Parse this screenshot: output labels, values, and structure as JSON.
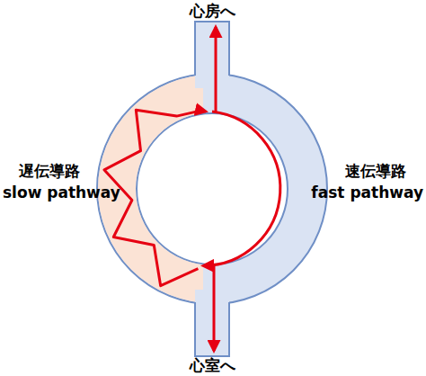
{
  "diagram": {
    "labels": [
      "心房へ",
      "遅伝導路",
      "slow pathway",
      "速伝導路",
      "fast pathway",
      "心室へ"
    ]
  }
}
